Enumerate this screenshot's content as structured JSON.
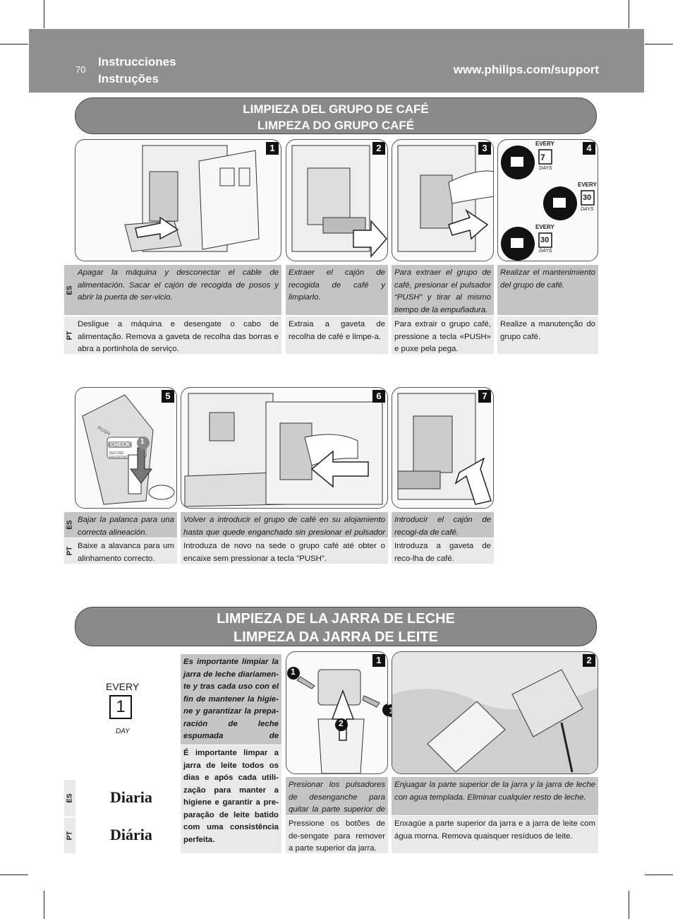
{
  "header": {
    "page_number": "70",
    "title_es": "Instrucciones",
    "title_pt": "Instruções",
    "url": "www.philips.com/support"
  },
  "section1": {
    "title_es": "LIMPIEZA DEL GRUPO DE CAFÉ",
    "title_pt": "LIMPEZA DO GRUPO CAFÉ",
    "steps": [
      {
        "num": "1",
        "es": "Apagar la máquina y desconectar el cable de alimentación. Sacar el cajón de recogida de posos y abrir la puerta de ser-vicio.",
        "pt": "Desligue a máquina e desengate o cabo de alimentação. Remova a gaveta de recolha das borras e abra a portinhola de serviço."
      },
      {
        "num": "2",
        "es": "Extraer el cajón de recogida de café y limpiarlo.",
        "pt": "Extraia a gaveta de recolha de café e limpe-a."
      },
      {
        "num": "3",
        "es": "Para extraer el grupo de café, presionar el pulsador “PUSH” y tirar al mismo tiempo de la empuñadura.",
        "pt": "Para extrair o grupo café, pressione a tecla «PUSH» e puxe pela pega."
      },
      {
        "num": "4",
        "es": "Realizar el mantenimiento del grupo de café.",
        "pt": "Realize a manutenção do grupo café."
      },
      {
        "num": "5",
        "es": "Bajar la palanca para una correcta alineación.",
        "pt": "Baixe a alavanca para um alinhamento correcto."
      },
      {
        "num": "6",
        "es": "Volver a introducir el grupo de café en su alojamiento hasta que quede enganchado sin presionar el pulsador “PUSH”.",
        "pt": "Introduza de novo na sede o grupo café até obter o encaixe sem pressionar a tecla \"PUSH\"."
      },
      {
        "num": "7",
        "es": "Introducir el cajón de recogi-da de café.",
        "pt": "Introduza a gaveta de reco-lha de café."
      }
    ],
    "schedule": [
      {
        "label": "EVERY",
        "number": "7",
        "unit": "DAYS"
      },
      {
        "label": "EVERY",
        "number": "30",
        "unit": "DAYS"
      },
      {
        "label": "EVERY",
        "number": "30",
        "unit": "DAYS"
      }
    ],
    "step5_labels": {
      "push": "PUSH",
      "check": "CHECK",
      "before": "BEFORE INSERTING",
      "one": "1"
    }
  },
  "section2": {
    "title_es": "LIMPIEZA DE LA JARRA DE LECHE",
    "title_pt": "LIMPEZA DA JARRA DE LEITE",
    "every": {
      "label": "EVERY",
      "number": "1",
      "unit": "DAY"
    },
    "lang_es": "ES",
    "lang_pt": "PT",
    "freq_es": "Diaria",
    "freq_pt": "Diária",
    "intro_es": "Es importante limpiar la jarra de leche diariamen-te y tras cada uso con el fin de mantener la higie-ne y garantizar la prepa-ración de leche espumada de consistencia perfecta.",
    "intro_pt": "É importante limpar a jarra de leite todos os dias e após cada utili-zação para manter a higiene e garantir a pre-paração de leite batido com uma consistência perfeita.",
    "steps": [
      {
        "num": "1",
        "es": "Presionar los pulsadores de desenganche para quitar la parte superior de la jarra.",
        "pt": "Pressione os botões de de-sengate para remover a parte superior da jarra."
      },
      {
        "num": "2",
        "es": "Enjuagar la parte superior de la jarra y la jarra de leche con agua templada. Eliminar cualquier resto de leche.",
        "pt": "Enxagúe a parte superior da jarra e a jarra de leite com água morna. Remova quaisquer resíduos de leite."
      }
    ],
    "callouts": [
      "1",
      "2",
      "1"
    ]
  },
  "lang": {
    "es": "ES",
    "pt": "PT"
  }
}
